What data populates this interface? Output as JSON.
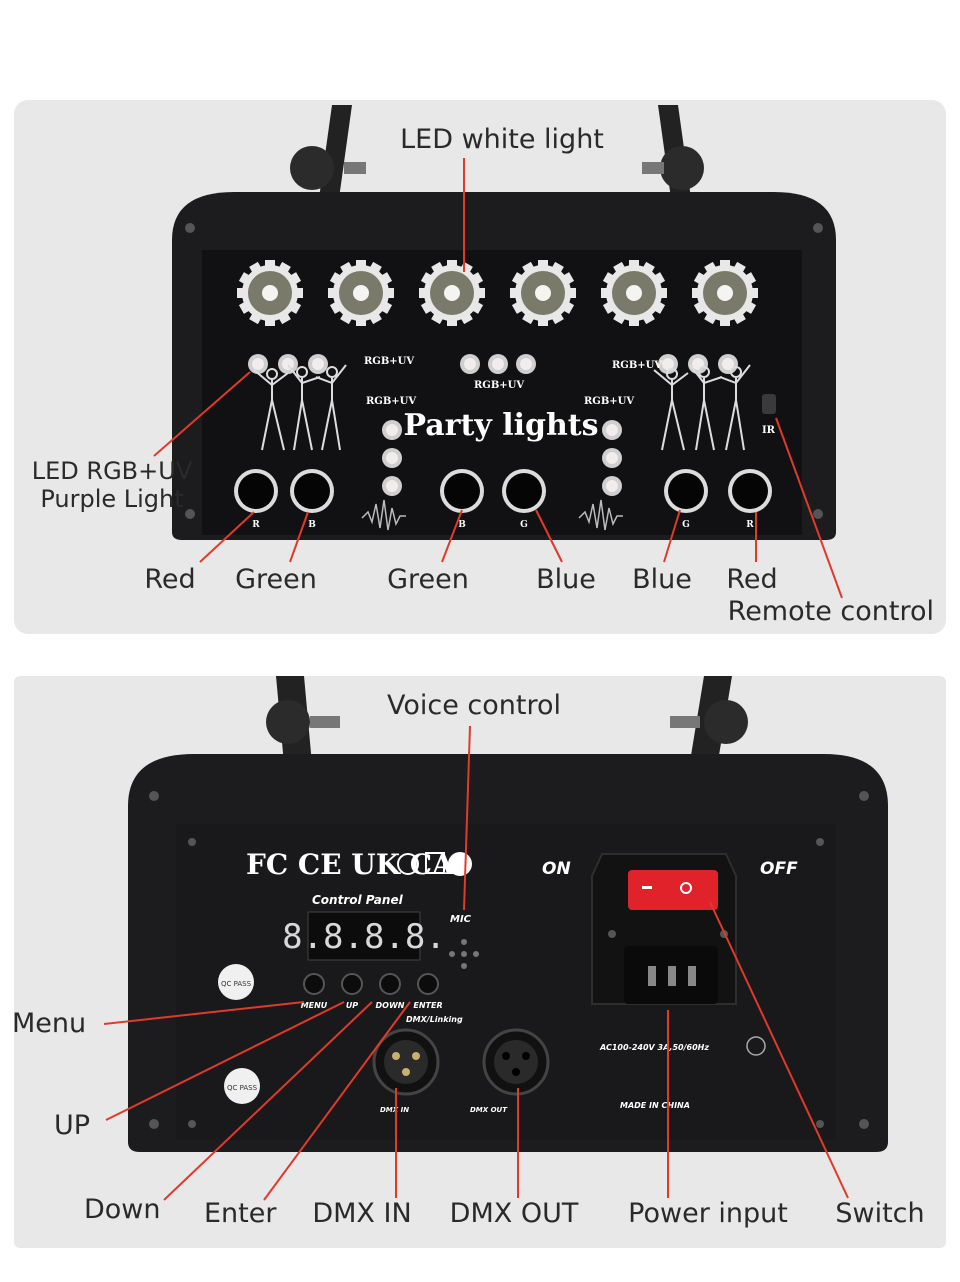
{
  "front": {
    "device": {
      "brand_text": "Party lights",
      "rgb_uv_tag": "RGB+UV",
      "ir_tag": "IR",
      "knob_letters": [
        "R",
        "B",
        "B",
        "G",
        "G",
        "R"
      ]
    },
    "labels": {
      "led_white": "LED white light",
      "led_rgb_uv_line1": "LED RGB+UV",
      "led_rgb_uv_line2": "Purple Light",
      "red_left": "Red",
      "green_left": "Green",
      "green_mid": "Green",
      "blue_mid": "Blue",
      "blue_right": "Blue",
      "red_right": "Red",
      "remote": "Remote control"
    }
  },
  "rear": {
    "device": {
      "cert_marks": "FC CE UK CA",
      "control_panel": "Control Panel",
      "display": "8.8.8.8.",
      "mic": "MIC",
      "on": "ON",
      "off": "OFF",
      "buttons": [
        "MENU",
        "UP",
        "DOWN",
        "ENTER"
      ],
      "dmx_linking": "DMX/Linking",
      "dmx_in": "DMX IN",
      "dmx_out": "DMX OUT",
      "power_rating": "AC100-240V 3A,50/60Hz",
      "made_in": "MADE IN CHINA",
      "qc": "QC PASS"
    },
    "labels": {
      "voice": "Voice control",
      "menu": "Menu",
      "up": "UP",
      "down": "Down",
      "enter": "Enter",
      "dmx_in": "DMX IN",
      "dmx_out": "DMX OUT",
      "power": "Power input",
      "switch": "Switch"
    }
  },
  "colors": {
    "device_body": "#1c1c1e",
    "leader_line": "#e03a2a",
    "switch_red": "#e0232a",
    "panel_bg": "#e8e8e8"
  }
}
